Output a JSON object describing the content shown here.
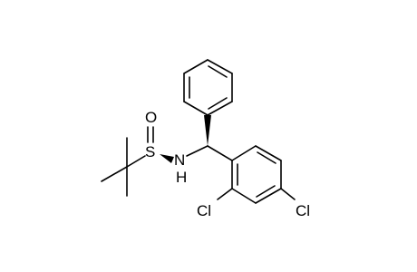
{
  "molecule": {
    "atom_labels": {
      "sulfur": "S",
      "oxygen": "O",
      "nitrogen": "N",
      "nitrogen_hydrogen": "H",
      "chlorine_ortho": "Cl",
      "chlorine_para": "Cl"
    },
    "colors": {
      "bonds": "#000000",
      "labels": "#000000",
      "background": "#ffffff"
    }
  }
}
